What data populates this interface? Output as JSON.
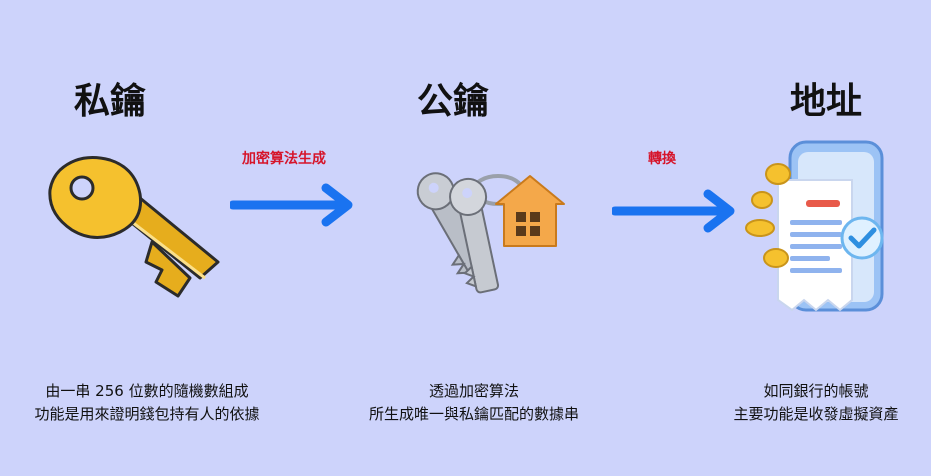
{
  "columns": [
    {
      "title": "私鑰",
      "desc_line1": "由一串 256 位數的隨機數組成",
      "desc_line2": "功能是用來證明錢包持有人的依據"
    },
    {
      "title": "公鑰",
      "desc_line1": "透過加密算法",
      "desc_line2": "所生成唯一與私鑰匹配的數據串"
    },
    {
      "title": "地址",
      "desc_line1": "如同銀行的帳號",
      "desc_line2": "主要功能是收發虛擬資產"
    }
  ],
  "arrows": [
    {
      "label": "加密算法生成"
    },
    {
      "label": "轉換"
    }
  ],
  "colors": {
    "background": "#cdd3fb",
    "arrow": "#1a73f0",
    "arrow_label": "#d6142a",
    "key_gold": "#f5c12e",
    "house_orange": "#f4a84a"
  },
  "icons": [
    "gold-key-icon",
    "house-keychain-icon",
    "receipt-phone-icon"
  ]
}
